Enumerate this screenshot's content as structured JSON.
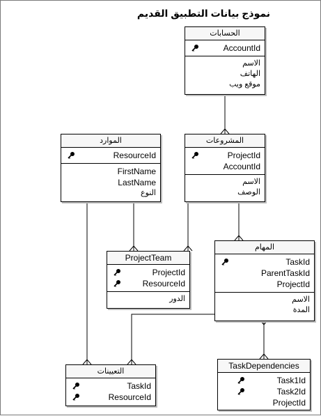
{
  "diagram": {
    "title": "نموذج بيانات التطبيق القديم",
    "entities": {
      "accounts": {
        "name": "الحسابات",
        "keys": [
          "AccountId"
        ],
        "attributes": [
          "الاسم",
          "الهاتف",
          "موقع ويب"
        ]
      },
      "projects": {
        "name": "المشروعات",
        "keys": [
          "ProjectId",
          "AccountId"
        ],
        "attributes": [
          "الاسم",
          "الوصف"
        ]
      },
      "resources": {
        "name": "الموارد",
        "keys": [
          "ResourceId"
        ],
        "attributes": [
          "FirstName",
          "LastName",
          "النوع"
        ]
      },
      "tasks": {
        "name": "المهام",
        "keys": [
          "TaskId",
          "ParentTaskId",
          "ProjectId"
        ],
        "attributes": [
          "الاسم",
          "المدة"
        ]
      },
      "project_team": {
        "name": "ProjectTeam",
        "keys": [
          "ProjectId",
          "ResourceId"
        ],
        "attributes": [
          "الدور"
        ]
      },
      "assignments": {
        "name": "التعيينات",
        "keys": [
          "TaskId",
          "ResourceId"
        ],
        "attributes": []
      },
      "task_dependencies": {
        "name": "TaskDependencies",
        "keys": [
          "Task1Id",
          "Task2Id",
          "ProjectId"
        ],
        "key_marked": [
          true,
          true,
          false
        ],
        "attributes": []
      }
    },
    "colors": {
      "line": "#000000",
      "border": "#000000",
      "shadow": "#bdbdbd",
      "frame": "#7a7a7a"
    }
  }
}
